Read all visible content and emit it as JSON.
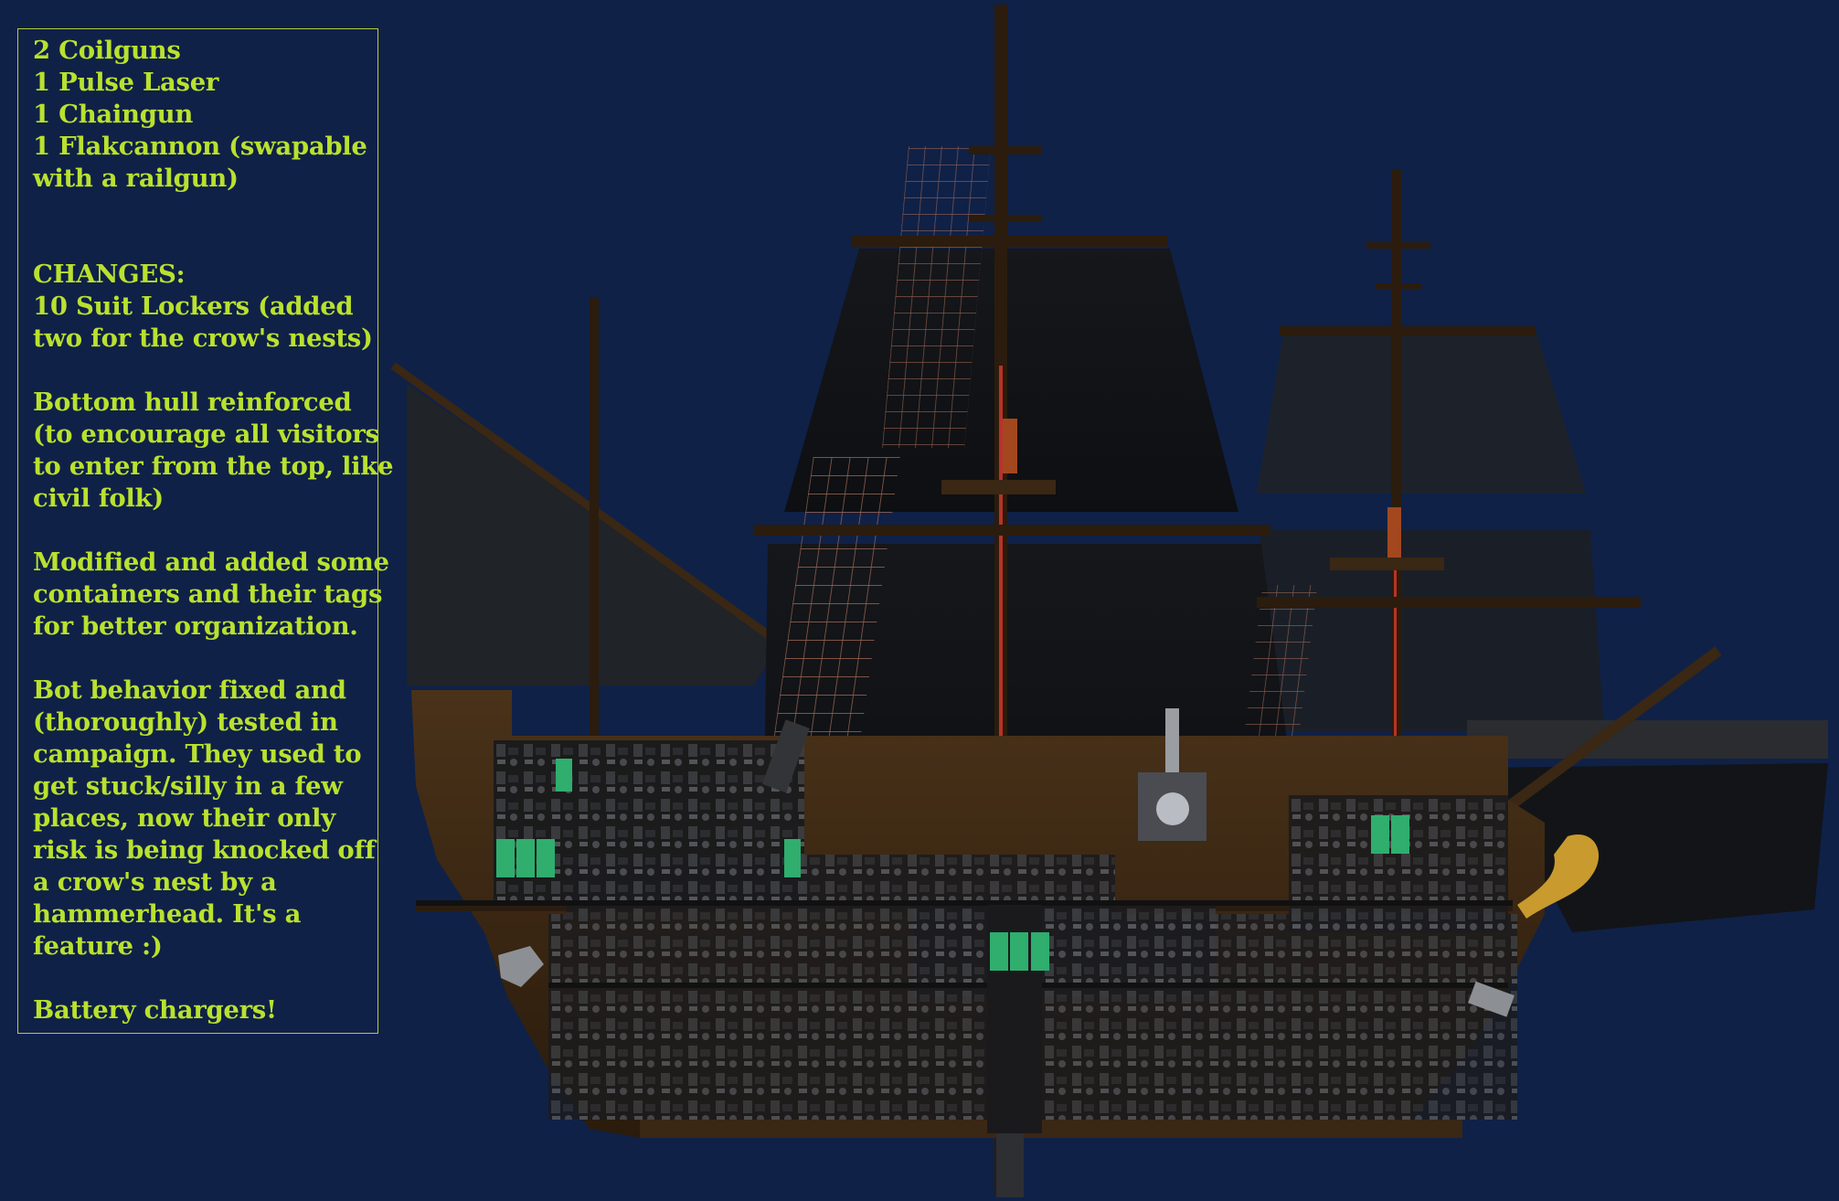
{
  "panel": {
    "weapons": [
      "2 Coilguns",
      "1 Pulse Laser",
      "1 Chaingun",
      "1 Flakcannon (swapable",
      "with a railgun)"
    ],
    "changes_heading": "CHANGES:",
    "change_blocks": [
      [
        "10 Suit Lockers (added",
        "two for the crow's nests)"
      ],
      [
        "Bottom hull reinforced",
        "(to encourage all visitors",
        "to enter from the top, like",
        "civil folk)"
      ],
      [
        "Modified and added some",
        "containers and their tags",
        "for better organization."
      ],
      [
        "Bot behavior fixed and",
        "(thoroughly) tested in",
        "campaign. They used to",
        "get stuck/silly in a few",
        "places, now their only",
        "risk is being knocked off",
        "a crow's nest by a",
        "hammerhead. It's a",
        "feature :)"
      ],
      [
        "Battery chargers!"
      ]
    ]
  },
  "colors": {
    "background": "#0f2147",
    "panel_text": "#b9e12e",
    "panel_border": "#b7cf33",
    "sail": "#111317",
    "hull": "#3a2714",
    "mast": "#2b1c0d"
  },
  "icons": [
    "ship-submarine-blueprint",
    "coilgun-icon",
    "flakcannon-icon",
    "seahorse-figurehead-icon"
  ]
}
